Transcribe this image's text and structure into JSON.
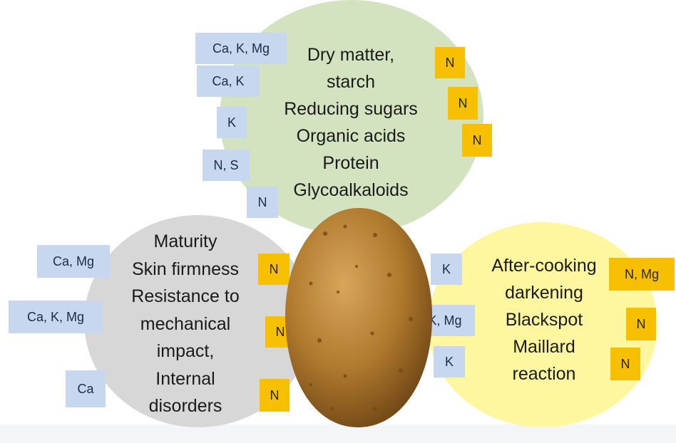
{
  "diagram": {
    "top": {
      "lines": [
        "Dry matter,",
        "starch",
        "Reducing sugars",
        "Organic acids",
        "Protein",
        "Glycoalkaloids"
      ],
      "left_tags": [
        "Ca, K, Mg",
        "Ca, K",
        "K",
        "N, S",
        "N"
      ],
      "right_tags": [
        "N",
        "N",
        "N"
      ]
    },
    "left": {
      "lines": [
        "Maturity",
        "Skin firmness",
        "Resistance to",
        "mechanical",
        "impact,",
        "Internal",
        "disorders"
      ],
      "left_tags": [
        "Ca, Mg",
        "Ca, K, Mg",
        "Ca"
      ],
      "right_tags": [
        "N",
        "N",
        "N"
      ]
    },
    "right": {
      "lines": [
        "After-cooking",
        "darkening",
        "Blackspot",
        "Maillard",
        "reaction"
      ],
      "left_tags": [
        "K",
        "K, Mg",
        "K"
      ],
      "right_tags": [
        "N, Mg",
        "N",
        "N"
      ]
    }
  },
  "colors": {
    "top_circle": "#d4e3bf",
    "left_circle": "#d7d7d7",
    "right_circle": "#fff6a0",
    "blue_tag": "#c6d7ef",
    "gold_tag": "#f6c000",
    "potato": "#b07a2e"
  },
  "icons": {
    "center": "potato-icon"
  }
}
